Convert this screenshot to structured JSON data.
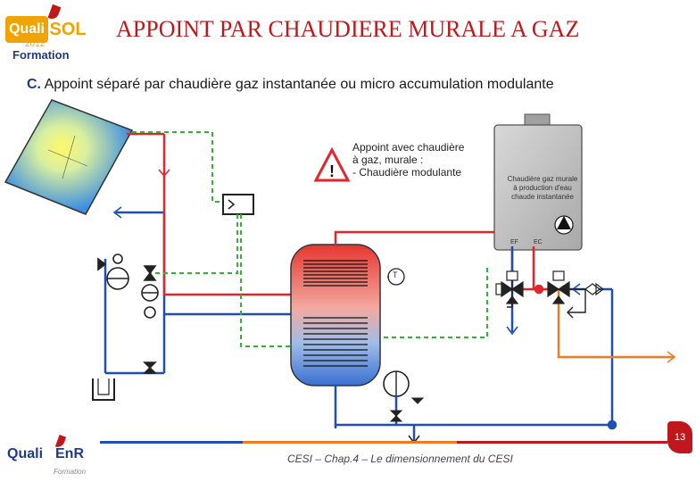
{
  "header": {
    "logo_main": "Quali",
    "logo_sol": "SOL",
    "logo_year": "2012",
    "logo_formation": "Formation",
    "title": "APPOINT PAR  CHAUDIERE MURALE A GAZ"
  },
  "subtitle": {
    "prefix": "C.",
    "text": " Appoint séparé par chaudière gaz instantanée ou micro accumulation modulante"
  },
  "diagram": {
    "note_lines": [
      "Appoint avec chaudière",
      "à gaz, murale :",
      "- Chaudière modulante"
    ],
    "warning_symbol": "!",
    "boiler_label_lines": [
      "Chaudière gaz murale",
      "à production d'eau",
      "chaude instantanée"
    ],
    "ef_label": "EF",
    "ec_label": "EC",
    "sensor_label": "T",
    "colors": {
      "hot": "#e3262b",
      "cold": "#1f4fb5",
      "sensor": "#2fb52f",
      "outlet": "#f07b22"
    }
  },
  "footer": {
    "text": "CESI – Chap.4 – Le dimensionnement du CESI",
    "page": "13",
    "logo_a": "Quali",
    "logo_b": "EnR",
    "logo_sub": "Formation"
  }
}
